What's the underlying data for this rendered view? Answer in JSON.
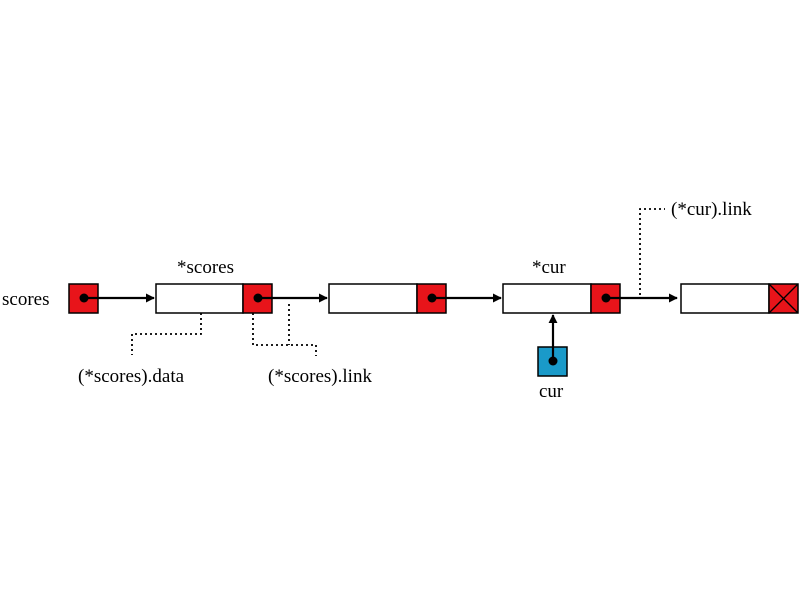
{
  "labels": {
    "scores": "scores",
    "deref_scores": "*scores",
    "deref_cur": "*cur",
    "scores_data": "(*scores).data",
    "scores_link": "(*scores).link",
    "cur": "cur",
    "cur_link": "(*cur).link"
  },
  "colors": {
    "pointer": "#e8141a",
    "cur_pointer": "#1a9ac9",
    "node_fill": "#ffffff",
    "stroke": "#000000"
  },
  "icons": {
    "null_link": "x-cross-icon",
    "pointer_dot": "dot-icon"
  }
}
